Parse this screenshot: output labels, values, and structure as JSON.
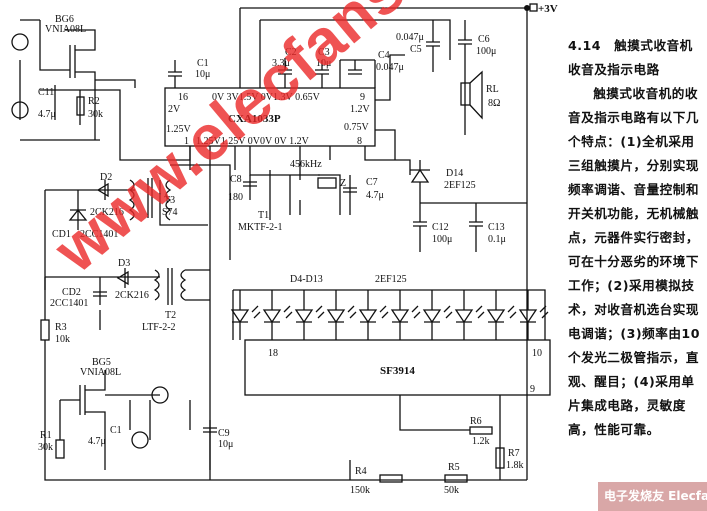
{
  "article": {
    "title": "4.14　触摸式收音机收音及指示电路",
    "body": "触摸式收音机的收音及指示电路有以下几个特点：(1)全机采用三组触摸片，分别实现频率调谐、音量控制和开关机功能，无机械触点，元器件实行密封，可在十分恶劣的环境下工作；(2)采用模拟技术，对收音机选台实现电调谐；(3)频率由10个发光二极管指示，直观、醒目；(4)采用单片集成电路，灵敏度高，性能可靠。"
  },
  "supply": "+3V",
  "ic1": {
    "name": "CXA1033P",
    "pin16": "16",
    "pin1": "1",
    "pin9": "9",
    "pin8": "8",
    "top_voltages": "0V  3V1.5V 0V1.3V  0.65V",
    "left_v1": "2V",
    "left_v2": "1.25V",
    "right_v1": "1.2V",
    "right_v2": "0.75V",
    "bottom_voltages": "1.25V1.25V  0V0V   0V  1.2V"
  },
  "ic2": {
    "name": "SF3914",
    "pin18": "18",
    "pin10": "10",
    "pin9": "9"
  },
  "components": {
    "bg6": "BG6",
    "bg6_type": "VNIA08L",
    "c11": "C11",
    "c11_val": "4.7μ",
    "r2": "R2",
    "r2_val": "30k",
    "c1_top": "C1",
    "c1_top_val": "10μ",
    "c2": "C2",
    "c2_val": "3.3μ",
    "c3": "C3",
    "c3_val": "10μ",
    "c4": "C4",
    "c4_val": "0.047μ",
    "c5": "C5",
    "c5_val": "0.047μ",
    "c6": "C6",
    "c6_val": "100μ",
    "rl": "RL",
    "rl_val": "8Ω",
    "d2": "D2",
    "d2_type": "2CK216",
    "t3": "T3",
    "t3_type": "S74",
    "cd1": "CD1",
    "cd1_type": "2CC1401",
    "c8": "C8",
    "c8_val": "180",
    "t1": "T1",
    "t1_type": "MKTF-2-1",
    "xtal_freq": "456kHz",
    "xtal": "Z",
    "c7": "C7",
    "c7_val": "4.7μ",
    "d14": "D14",
    "d14_type": "2EF125",
    "c12": "C12",
    "c12_val": "100μ",
    "c13": "C13",
    "c13_val": "0.1μ",
    "d3": "D3",
    "d3_type": "2CK216",
    "cd2": "CD2",
    "cd2_type": "2CC1401",
    "t2": "T2",
    "t2_type": "LTF-2-2",
    "r3": "R3",
    "r3_val": "10k",
    "leds": "D4-D13",
    "leds_type": "2EF125",
    "bg5": "BG5",
    "bg5_type": "VNIA08L",
    "r1": "R1",
    "r1_val": "30k",
    "c1_bot": "C1",
    "c1_bot_val": "4.7μ",
    "c9": "C9",
    "c9_val": "10μ",
    "r4": "R4",
    "r4_val": "150k",
    "r5": "R5",
    "r5_val": "50k",
    "r6": "R6",
    "r6_val": "1.2k",
    "r7": "R7",
    "r7_val": "1.8k"
  },
  "watermark": "www.elecfans.com",
  "logo": "电子发烧友 Elecfans.com"
}
